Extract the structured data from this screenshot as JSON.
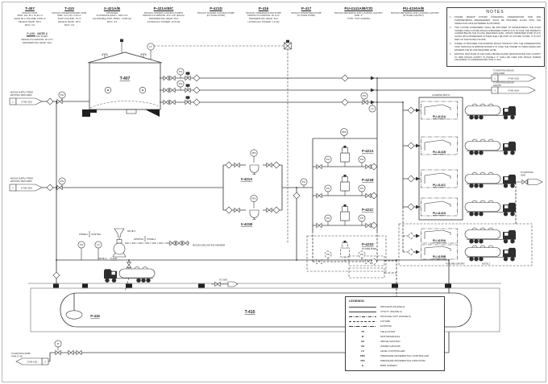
{
  "headers": [
    {
      "tag": "T-407",
      "lines": [
        "MOGAS TANK",
        "SIZE: 12m ID x 12.6m H",
        "SAFE FILL VOLUME: 1258 m³",
        "DESIGN TEMP.: 65°C",
        "MOC: CS"
      ]
    },
    {
      "tag": "T-410",
      "lines": [
        "MOGAS UNDERGROUND TANK",
        "SIZE: 3.2m ID x 9.5m L",
        "TANK VOLUME: 76 m³",
        "DESIGN TEMP.: 65°C",
        "MOC: CS"
      ]
    },
    {
      "tag": "X-421A/B",
      "lines": [
        "STRAINER",
        "FLOWRATE (MAX.): 408 m³/h",
        "ALLOWABLE DIFF. PRES.: 0.068 bar",
        "MOC: CS"
      ]
    },
    {
      "tag": "P-421A/B/C",
      "lines": [
        "MOGAS TANKER LOADING PUMPS",
        "DESIGN FLOWRATE: 210 m³/h (EACH)",
        "DIFFERENTIAL HEAD: 60m",
        "HYDRAULIC POWER: 16.8 kW"
      ]
    },
    {
      "tag": "P-421D",
      "lines": [
        "MOGAS TANKER LOADING PUMP",
        "(FUTURE PUMP)"
      ]
    },
    {
      "tag": "P-416",
      "lines": [
        "MOGAS UNDERGROUND PUMP",
        "DESIGN FLOWRATE: 20 m³/h",
        "DIFFERENTIAL HEAD: 30m",
        "HYDRAULIC POWER: 1.6 kW"
      ]
    },
    {
      "tag": "P-417",
      "lines": [
        "MOGAS DISPENSER PUMP",
        "(FUTURE PUMP)"
      ]
    },
    {
      "tag": "PU-4141A/B/C/D",
      "lines": [
        "MOGAS METERING AND LOADING GANTRY",
        "SIZE: 4\"",
        "TYPE: TOP LOADING"
      ]
    },
    {
      "tag": "PU-4150A/B",
      "lines": [
        "MOGAS METERING AND LOADING GANTRY",
        "(FUTURE GANTRY)"
      ]
    }
  ],
  "sub_header": {
    "tag": "P-4/30",
    "note": "NOTE 4",
    "lines": [
      "DECANTING PUMP",
      "DESIGN FLOWRATE: 20 m³/h",
      "DIFFERENTIAL HEAD: 30m"
    ]
  },
  "notes": {
    "title": "NOTES",
    "nums": [
      "1.",
      "2.",
      "3.",
      "4."
    ],
    "items": [
      "TANKER MAKEUP SYSTEM CONTAINING UNDERGROUND TANK AND PUMP/METERING ARRANGEMENT SHALL BE PROVIDED ALONG WITH THE INSPECTION GATE (EXTENDED PLATFORMS).",
      "TWO FUTURE DISPENSERS SHALL BE PROVIDED TO MAKEUP/REFILL THE ROAD TANKER USING FUTURE MOGAS DISPENSER PUMP (P-417) IN CASE THE TANKER IS LOADED BELOW THE FILLING REQUIRED LEVEL. MOGAS DISPENSER PUMP (P-417) ALONG WITH DISPENSERS SYSTEM SHALL BE PART OF FUTURE SCOPE. IT IS NOT PART OF THE PHASE-II SCOPE.",
      "FUNNEL IS PROVIDED FOR DUMPING MOGAS PRODUCT INTO THE UNDERGROUND TANK THROUGH ALUMINIUM BUCKETS IN CASE THE TANKER IS OVERLOADED AND EXCEEDS THE FILLING REQUIRED LEVEL.",
      "EXISTING SKID PUMP (P-4/30) SHALL BE RELOCATED FROM EXISTING MOC GANTRY TO NEW MOGAS GANTRY IN PHASE-II. IT SHALL BE USED FOR MOGAS TANKER UNLOADING TO UNDERGROUND TANK (T-410)."
    ]
  },
  "legend": {
    "title": "LEGENDS:",
    "line_items": [
      {
        "label": "PROCESS (PHASE-II)"
      },
      {
        "label": "UTILITY (PHASE-II)"
      },
      {
        "label": "PACKAGE UNIT (PHASE-II)"
      },
      {
        "label": "FUTURE"
      },
      {
        "label": "EXISTING"
      }
    ],
    "abbr_items": [
      {
        "abbr": "TP",
        "label": "TIE-IN POINT"
      },
      {
        "abbr": "M",
        "label": "MOTOR/MANUAL"
      },
      {
        "abbr": "AG",
        "label": "ABOVE GROUND"
      },
      {
        "abbr": "UG",
        "label": "UNDER GROUND"
      },
      {
        "abbr": "LC",
        "label": "LEVEL CONTROLLER"
      },
      {
        "abbr": "PDC",
        "label": "PRESSURE DIFFERENTIAL CONTROLLER"
      },
      {
        "abbr": "PDI",
        "label": "PRESSURE DIFFERENTIAL INDICATOR"
      },
      {
        "abbr": "■",
        "label": "BIRD SCREEN"
      }
    ]
  },
  "equipment": {
    "t407": "T-407",
    "t410": "T-410",
    "p416": "P-416",
    "p417": "P-417",
    "p417_note": "NOTE 2",
    "x421a": "X-421A",
    "x421b": "X-421B",
    "p421a": "P-421A",
    "p421b": "P-421B",
    "p421c": "P-421C",
    "p421d": "P-421D",
    "p421d_note": "FUTURE PUMP",
    "p430": "P-4/30",
    "p430_note": "NOTE 4",
    "bays": {
      "title": "LOADING BAYS",
      "a": "PU-4141A",
      "b": "PU-4141B",
      "c": "PU-4141C",
      "d": "PU-4141D",
      "fa": "PU-4150A",
      "fb": "PU-4150B",
      "future_label": "FUTURE GANTRY",
      "future_note": "NOTE 2"
    }
  },
  "labels": {
    "pg": "PG",
    "lc": "LC",
    "lt": "LT",
    "pdi": "PDI",
    "pdc": "PDC",
    "m": "M",
    "phase2": "PHASE-II",
    "existing": "EXISTING",
    "decant_header": "MOGAS DECANTING HEADER",
    "note3": "NOTE 3",
    "to_ows": "TO OWS"
  },
  "connectors": {
    "in1": {
      "l1": "MOGAS SUPPLY FROM",
      "l2": "EXISTING TANK FARM",
      "pipe": "6\"-MG-4101",
      "flag": "1"
    },
    "in2": {
      "l1": "MOGAS SUPPLY FROM",
      "l2": "EXISTING TANK FARM",
      "pipe": "6\"-MG-4102",
      "flag": "2"
    },
    "out1": {
      "l1": "TO EXISTING MOGAS",
      "l2": "TANK FARM",
      "pipe": "4\"-MG-4103",
      "flag": "3"
    },
    "out2": {
      "l1": "TO EXISTING MOGAS",
      "l2": "GANTRY",
      "pipe": "4\"-MG-4104",
      "flag": "4"
    },
    "ows": {
      "l1": "TO EXISTING",
      "l2": "OWS"
    },
    "sump": {
      "l1": "TO EXISTING SUMP",
      "l2": "TANK (T-42)",
      "pipe": "2\"-DR-4101",
      "flag": "5"
    }
  }
}
